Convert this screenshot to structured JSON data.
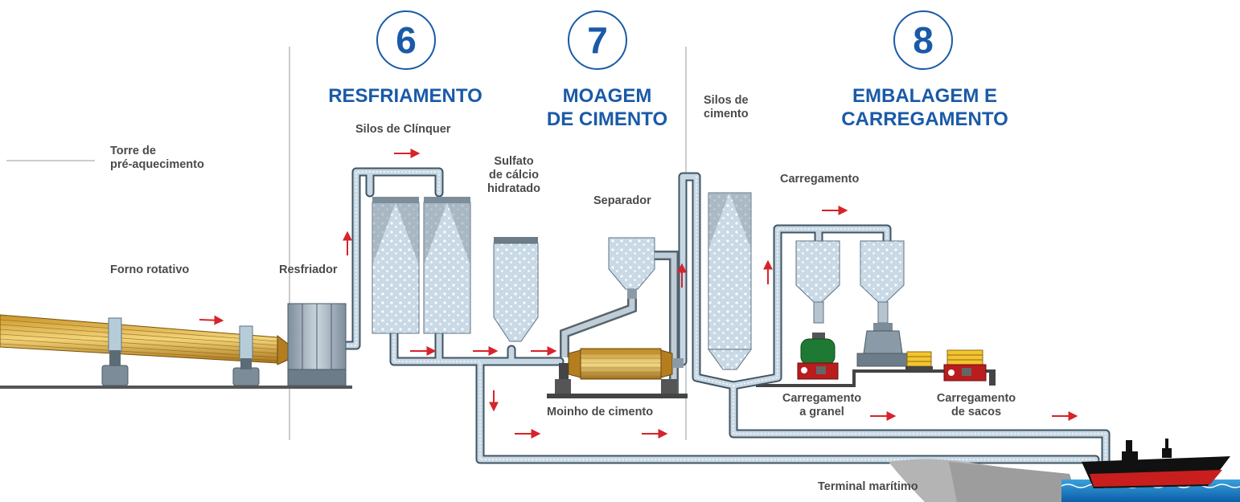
{
  "steps": [
    {
      "number": "6",
      "title": "RESFRIAMENTO"
    },
    {
      "number": "7",
      "title": "MOAGEM\nDE CIMENTO"
    },
    {
      "number": "8",
      "title": "EMBALAGEM E\nCARREGAMENTO"
    }
  ],
  "labels": {
    "torre": "Torre de\npré-aquecimento",
    "forno": "Forno rotativo",
    "resfriador": "Resfriador",
    "silos_clinquer": "Silos de Clínquer",
    "sulfato": "Sulfato\nde cálcio\nhidratado",
    "separador": "Separador",
    "moinho": "Moinho de cimento",
    "silos_cimento": "Silos de\ncimento",
    "carregamento": "Carregamento",
    "granel": "Carregamento\na granel",
    "sacos": "Carregamento\nde sacos",
    "terminal": "Terminal marítimo"
  },
  "colors": {
    "accent_blue": "#1a5aa8",
    "arrow_red": "#d8232a",
    "pipe_fill": "#c7d7e3",
    "label_gray": "#4a4a4a"
  }
}
